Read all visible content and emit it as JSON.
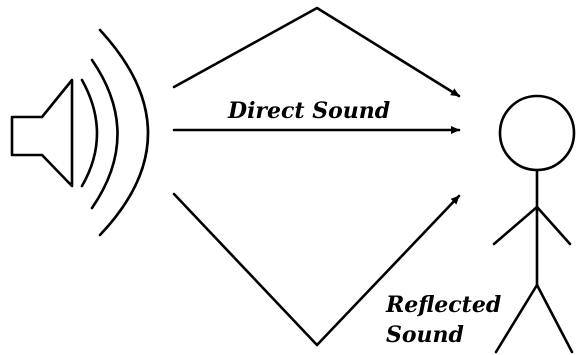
{
  "diagram": {
    "labels": {
      "direct": "Direct Sound",
      "reflected_line1": "Reflected",
      "reflected_line2": "Sound"
    },
    "elements": {
      "source": "speaker-icon",
      "listener": "stick-figure",
      "paths": [
        "direct-sound-path",
        "reflected-sound-path-top",
        "reflected-sound-path-bottom"
      ]
    },
    "colors": {
      "stroke": "#000000",
      "background": "#ffffff"
    }
  }
}
